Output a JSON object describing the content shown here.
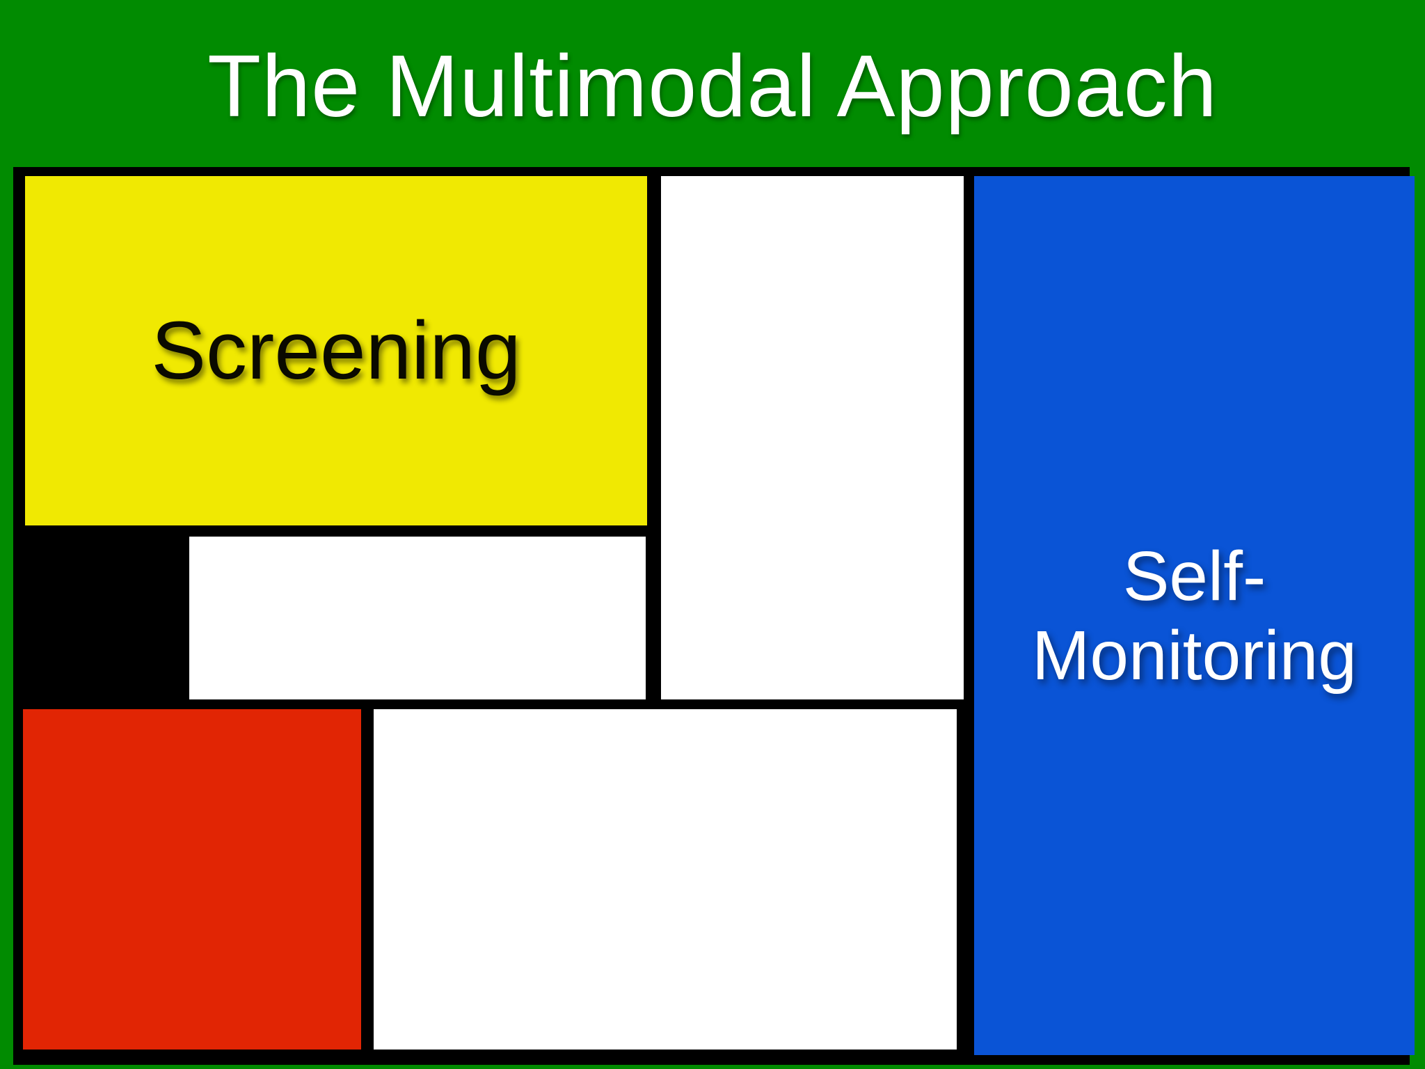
{
  "slide": {
    "title": "The Multimodal Approach",
    "colors": {
      "background_green": "#018b01",
      "grout_black": "#000000",
      "title_text": "#ffffff"
    },
    "tiles": {
      "screening": {
        "label": "Screening",
        "color": "#f0e902",
        "text_color": "#0a0a00"
      },
      "top_middle_white": {
        "label": "",
        "color": "#ffffff"
      },
      "self_monitoring": {
        "label_line1": "Self-",
        "label_line2": "Monitoring",
        "color": "#0a54d6",
        "text_color": "#ffffff"
      },
      "row2_white": {
        "label": "",
        "color": "#ffffff"
      },
      "black_tile": {
        "label": "",
        "color": "#000000"
      },
      "red_tile": {
        "label": "",
        "color": "#e12504"
      },
      "bottom_white": {
        "label": "",
        "color": "#ffffff"
      }
    }
  }
}
